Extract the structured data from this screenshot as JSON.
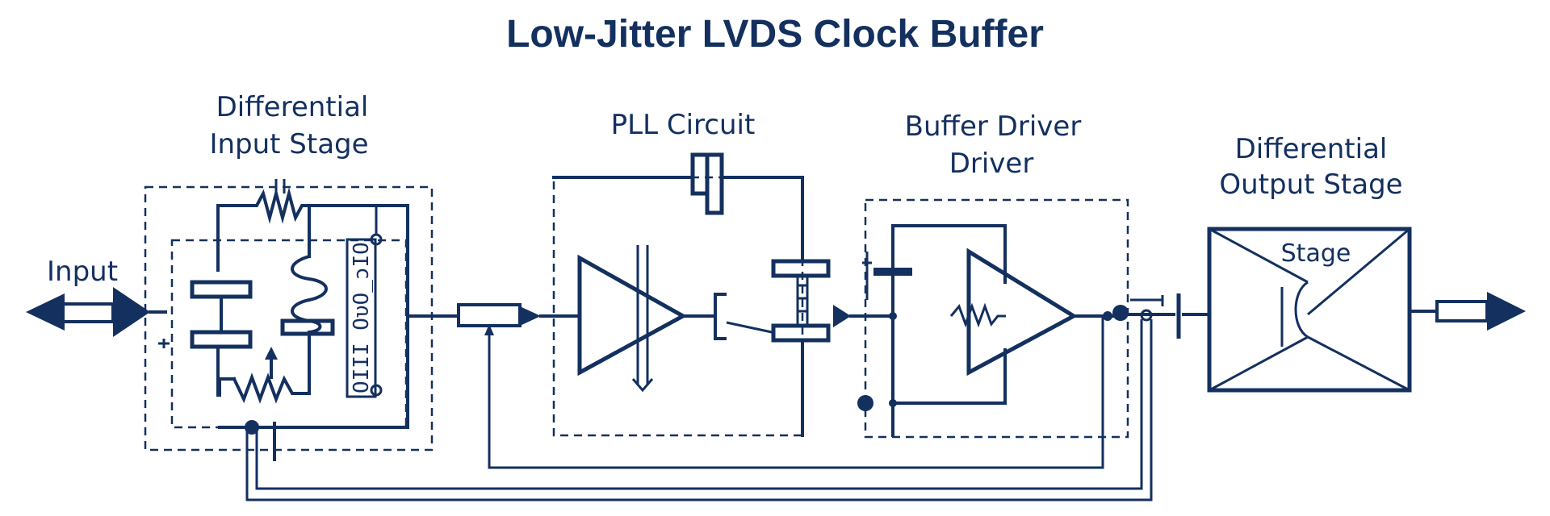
{
  "title": "Low-Jitter LVDS Clock Buffer",
  "labels": {
    "input": "Input",
    "diff_input_line1": "Differential",
    "diff_input_line2": "Input Stage",
    "pll": "PLL Circuit",
    "buffer_line1": "Buffer Driver",
    "buffer_line2": "Driver",
    "diff_output_line1": "Differential",
    "diff_output_line2": "Output Stage",
    "stage": "Stage",
    "vertical_text": "OIII OυO_ɔIO"
  },
  "colors": {
    "ink": "#13305f",
    "background": "#ffffff"
  }
}
